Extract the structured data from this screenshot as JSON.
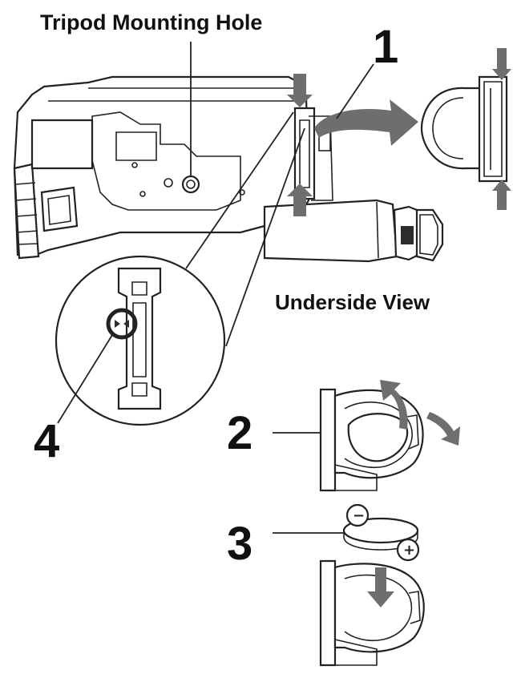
{
  "labels": {
    "tripod_hole": "Tripod Mounting Hole",
    "underside_view": "Underside View",
    "step1": "1",
    "step2": "2",
    "step3": "3",
    "step4": "4"
  },
  "symbols": {
    "minus": "−",
    "plus": "+"
  },
  "colors": {
    "line": "#222222",
    "arrow": "#6e6e6e",
    "background": "#ffffff"
  }
}
